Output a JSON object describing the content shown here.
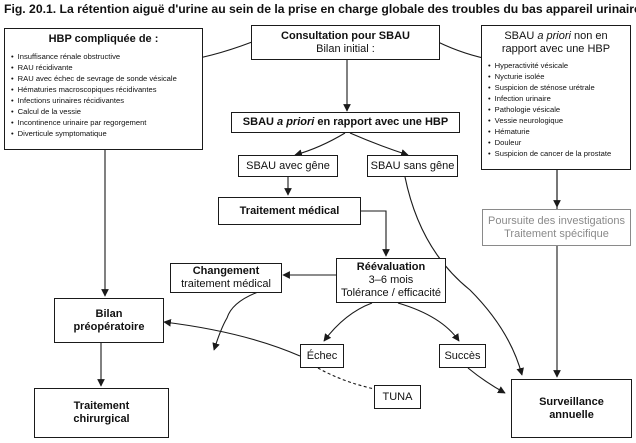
{
  "title": "Fig. 20.1. La rétention aiguë d'urine au sein de la prise en charge globale des troubles du bas appareil urinaire.",
  "nodes": {
    "hbp_compliquee": {
      "header": "HBP compliquée de :",
      "items": [
        "Insuffisance rénale obstructive",
        "RAU récidivante",
        "RAU avec échec de sevrage de sonde vésicale",
        "Hématuries macroscopiques récidivantes",
        "Infections urinaires récidivantes",
        "Calcul de la vessie",
        "Incontinence urinaire par regorgement",
        "Diverticule symptomatique"
      ]
    },
    "consultation": {
      "line1": "Consultation pour SBAU",
      "line2": "Bilan initial :"
    },
    "sbau_non_hbp": {
      "header_pre": "SBAU ",
      "header_em": "a priori",
      "header_post": " non en",
      "header_line2": "rapport avec une HBP",
      "items": [
        "Hyperactivité vésicale",
        "Nycturie isolée",
        "Suspicion de sténose urétrale",
        "Infection urinaire",
        "Pathologie vésicale",
        "Vessie neurologique",
        "Hématurie",
        "Douleur",
        "Suspicion de cancer de la prostate"
      ]
    },
    "sbau_hbp": {
      "pre": "SBAU ",
      "em": "a priori",
      "post": " en rapport avec une HBP"
    },
    "sbau_gene": "SBAU avec gêne",
    "sbau_sans_gene": "SBAU sans gêne",
    "traitement_medical": "Traitement médical",
    "poursuite": {
      "line1": "Poursuite des investigations",
      "line2": "Traitement spécifique"
    },
    "changement": {
      "line1": "Changement",
      "line2": "traitement médical"
    },
    "reevaluation": {
      "line1": "Réévaluation",
      "line2": "3–6 mois",
      "line3": "Tolérance / efficacité"
    },
    "bilan": {
      "line1": "Bilan",
      "line2": "préopératoire"
    },
    "echec": "Échec",
    "succes": "Succès",
    "tuna": "TUNA",
    "traitement_chirurgical": {
      "line1": "Traitement",
      "line2": "chirurgical"
    },
    "surveillance": {
      "line1": "Surveillance",
      "line2": "annuelle"
    }
  },
  "colors": {
    "line": "#1a1a1a",
    "gray": "#8a8a8a",
    "background": "#ffffff"
  }
}
